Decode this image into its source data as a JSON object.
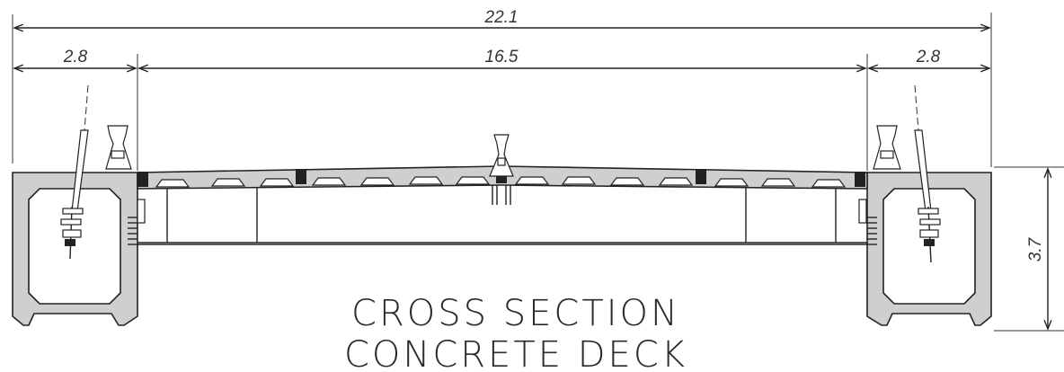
{
  "dimensions": {
    "overall_width": "22.1",
    "left_girder_width": "2.8",
    "deck_width": "16.5",
    "right_girder_width": "2.8",
    "depth": "3.7"
  },
  "title": {
    "line1": "CROSS SECTION",
    "line2": "CONCRETE DECK"
  }
}
